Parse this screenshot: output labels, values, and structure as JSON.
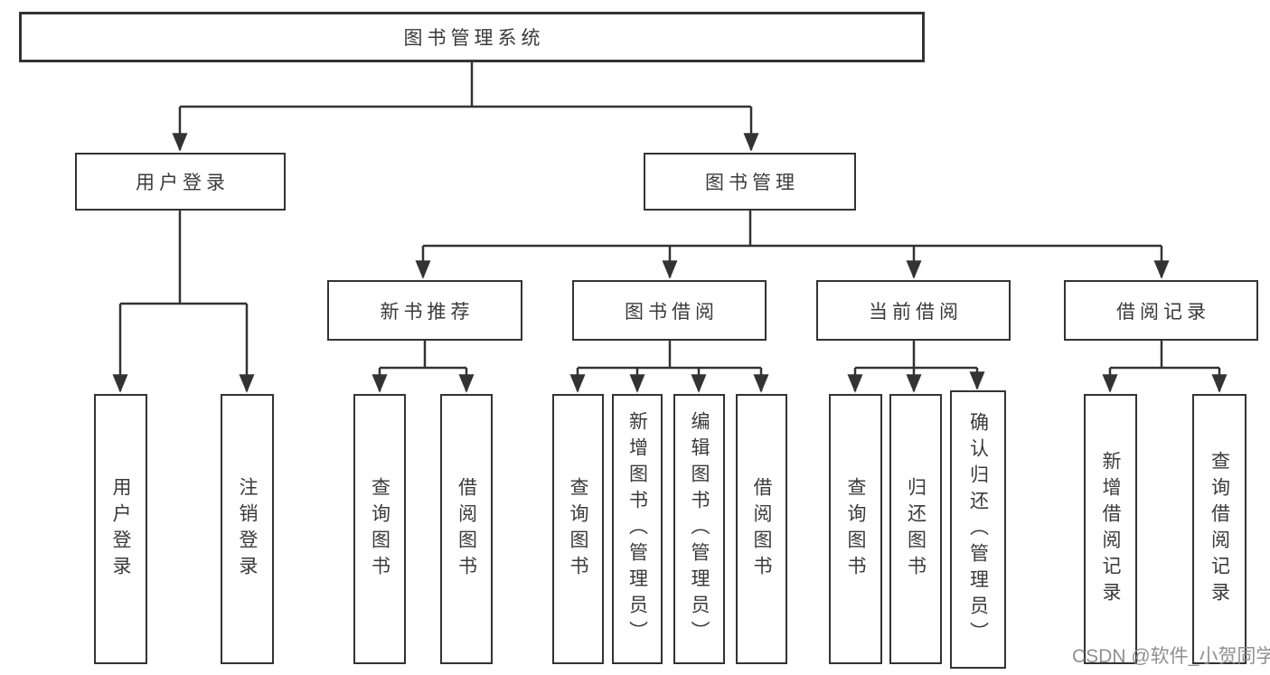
{
  "diagram": {
    "root": {
      "label": "图书管理系统"
    },
    "level2": [
      {
        "label": "用户登录"
      },
      {
        "label": "图书管理"
      }
    ],
    "level3": [
      {
        "label": "新书推荐"
      },
      {
        "label": "图书借阅"
      },
      {
        "label": "当前借阅"
      },
      {
        "label": "借阅记录"
      }
    ],
    "leaves": {
      "user_login": [
        "用户登录",
        "注销登录"
      ],
      "new_book": [
        "查询图书",
        "借阅图书"
      ],
      "book_borrow": [
        "查询图书",
        "新增图书（管理员）",
        "编辑图书（管理员）",
        "借阅图书"
      ],
      "current_borrow": [
        "查询图书",
        "归还图书",
        "确认归还（管理员）"
      ],
      "borrow_records": [
        "新增借阅记录",
        "查询借阅记录"
      ]
    }
  },
  "watermark": {
    "text": "CSDN @软件_小贺同学"
  },
  "colors": {
    "line": "#333333",
    "text": "#3a3a3a",
    "watermark": "#8a8a8a",
    "background": "#ffffff"
  }
}
